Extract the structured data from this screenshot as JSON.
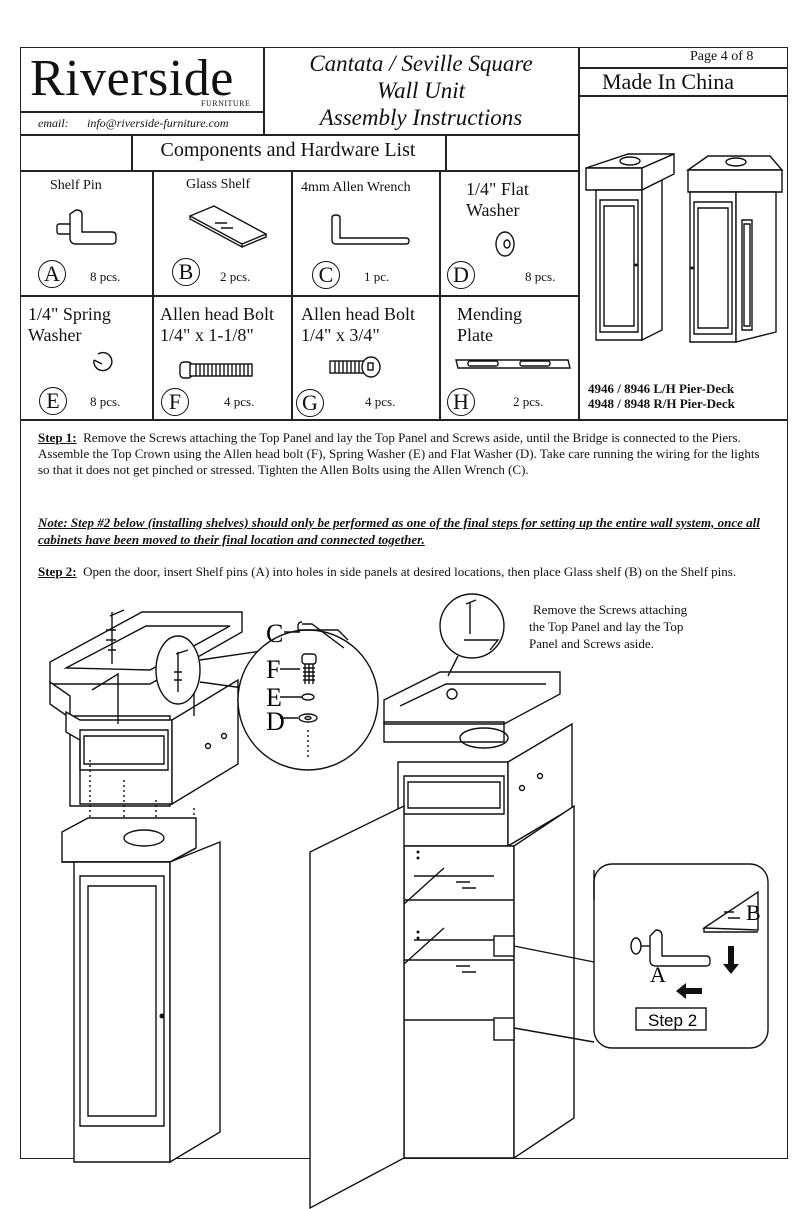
{
  "header": {
    "brand": "Riverside",
    "brand_sub": "FURNITURE",
    "email_label": "email:",
    "email": "info@riverside-furniture.com",
    "title_line1": "Cantata / Seville Square",
    "title_line2": "Wall Unit",
    "title_line3": "Assembly Instructions",
    "page": "Page 4 of 8",
    "made_in": "Made In China"
  },
  "components_title": "Components and Hardware List",
  "parts": [
    {
      "letter": "A",
      "name": "Shelf Pin",
      "qty": "8 pcs.",
      "icon": "shelf-pin-icon"
    },
    {
      "letter": "B",
      "name": "Glass Shelf",
      "qty": "2 pcs.",
      "icon": "glass-shelf-icon"
    },
    {
      "letter": "C",
      "name": "4mm Allen Wrench",
      "qty": "1 pc.",
      "icon": "allen-wrench-icon"
    },
    {
      "letter": "D",
      "name_line1": "1/4\" Flat",
      "name_line2": "Washer",
      "qty": "8 pcs.",
      "icon": "flat-washer-icon"
    },
    {
      "letter": "E",
      "name_line1": "1/4\" Spring",
      "name_line2": "Washer",
      "qty": "8 pcs.",
      "icon": "spring-washer-icon"
    },
    {
      "letter": "F",
      "name_line1": "Allen head Bolt",
      "name_line2": "1/4\" x 1-1/8\"",
      "qty": "4 pcs.",
      "icon": "long-bolt-icon"
    },
    {
      "letter": "G",
      "name_line1": "Allen head Bolt",
      "name_line2": "1/4\" x 3/4\"",
      "qty": "4 pcs.",
      "icon": "short-bolt-icon"
    },
    {
      "letter": "H",
      "name_line1": "Mending",
      "name_line2": "Plate",
      "qty": "2 pcs.",
      "icon": "mending-plate-icon"
    }
  ],
  "models": {
    "line1": "4946 / 8946  L/H Pier-Deck",
    "line2": "4948 / 8948  R/H Pier-Deck"
  },
  "step1": {
    "label": "Step 1:",
    "text": "Remove the Screws attaching the Top Panel and lay the Top Panel and Screws aside, until the Bridge is connected to the Piers.  Assemble the Top Crown using the Allen head bolt (F), Spring Washer (E) and Flat Washer (D).  Take care running the wiring for the lights so that it does not get pinched or stressed.  Tighten the Allen Bolts using the Allen Wrench (C)."
  },
  "note": "Note:  Step #2 below (installing shelves) should only be performed as one of the final steps for setting up the entire wall system, once all cabinets have been moved to their final location and connected together.",
  "step2": {
    "label": "Step 2:",
    "text": "Open the door, insert Shelf pins (A) into holes in side panels at desired locations, then place Glass shelf (B) on the Shelf pins."
  },
  "diagram": {
    "remove_line1": "Remove the Screws attaching",
    "remove_line2": "the Top Panel and lay the Top",
    "remove_line3": "Panel and Screws aside.",
    "callout_c": "C",
    "callout_f": "F",
    "callout_e": "E",
    "callout_d": "D",
    "detail_a": "A",
    "detail_b": "B",
    "detail_step": "Step 2"
  }
}
